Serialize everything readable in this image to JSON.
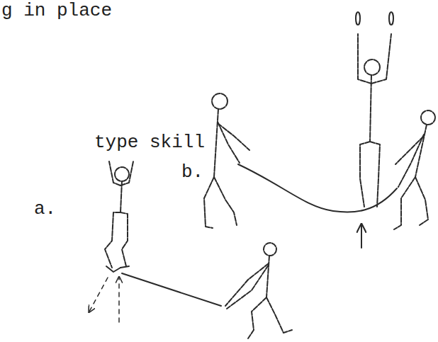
{
  "diagram": {
    "labels": [
      "g in place",
      "type skill",
      "b.",
      "a."
    ]
  }
}
